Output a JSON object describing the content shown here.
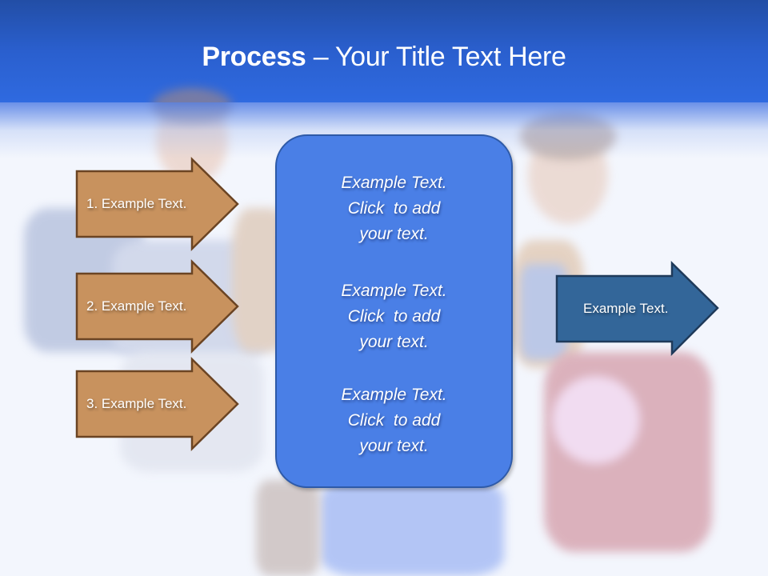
{
  "slide": {
    "title_bold": "Process",
    "title_rest": " – Your Title Text Here",
    "colors": {
      "header": "#2a5fce",
      "left_arrow_fill": "#c8925e",
      "left_arrow_border": "#6b4423",
      "center_box_fill": "#4a7fe6",
      "center_box_border": "#2e5aa8",
      "right_arrow_fill": "#336699",
      "right_arrow_border": "#1f3a5a"
    }
  },
  "left_arrows": [
    {
      "label": "1. Example Text."
    },
    {
      "label": "2. Example Text."
    },
    {
      "label": "3. Example Text."
    }
  ],
  "center_box": {
    "blocks": [
      {
        "line1": "Example Text.",
        "line2": "Click  to add",
        "line3": "your text."
      },
      {
        "line1": "Example Text.",
        "line2": "Click  to add",
        "line3": "your text."
      },
      {
        "line1": "Example Text.",
        "line2": "Click  to add",
        "line3": "your text."
      }
    ]
  },
  "right_arrow": {
    "label": "Example Text."
  }
}
